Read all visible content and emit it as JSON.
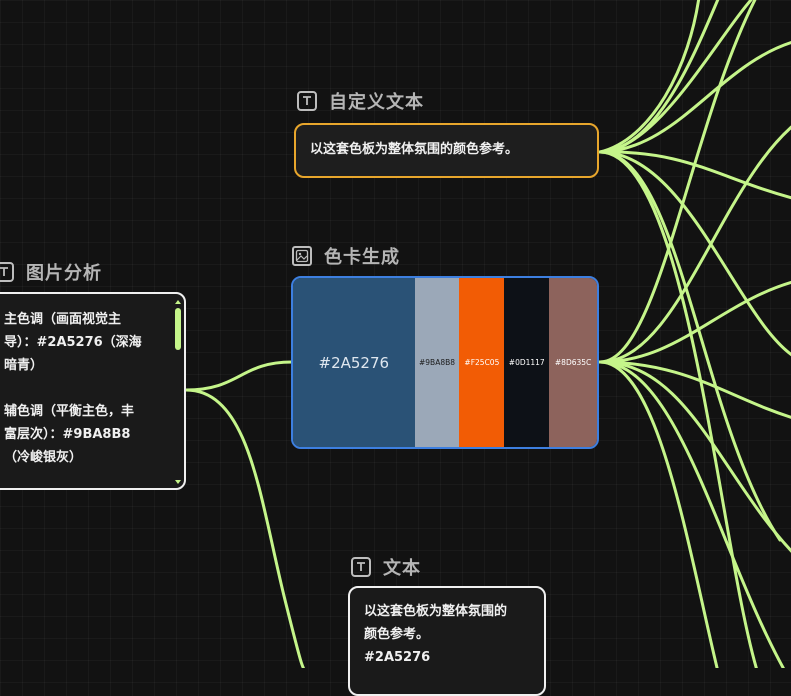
{
  "nodes": {
    "custom_text": {
      "title": "自定义文本",
      "icon": "text-icon",
      "content": "以这套色板为整体氛围的颜色参考。",
      "accent": "#e8a62c"
    },
    "image_analysis": {
      "title": "图片分析",
      "icon": "text-icon",
      "lines": [
        "主色调（画面视觉主",
        "导）：#2A5276（深海",
        "暗青）",
        "",
        "辅色调（平衡主色，丰",
        "富层次）：#9BA8B8",
        "（冷峻银灰）"
      ]
    },
    "palette": {
      "title": "色卡生成",
      "icon": "image-icon",
      "accent": "#3d7fe0",
      "swatches": [
        {
          "hex": "#2A5276",
          "label": "#2A5276"
        },
        {
          "hex": "#9BA8B8",
          "label": "#9BA8B8"
        },
        {
          "hex": "#F25C05",
          "label": "#F25C05"
        },
        {
          "hex": "#0D1117",
          "label": "#0D1117"
        },
        {
          "hex": "#8D635C",
          "label": "#8D635C"
        }
      ]
    },
    "text": {
      "title": "文本",
      "icon": "text-icon",
      "lines": [
        "以这套色板为整体氛围的",
        "颜色参考。",
        "#2A5276"
      ]
    }
  },
  "colors": {
    "edge": "#c5f58a",
    "background": "#121212"
  }
}
